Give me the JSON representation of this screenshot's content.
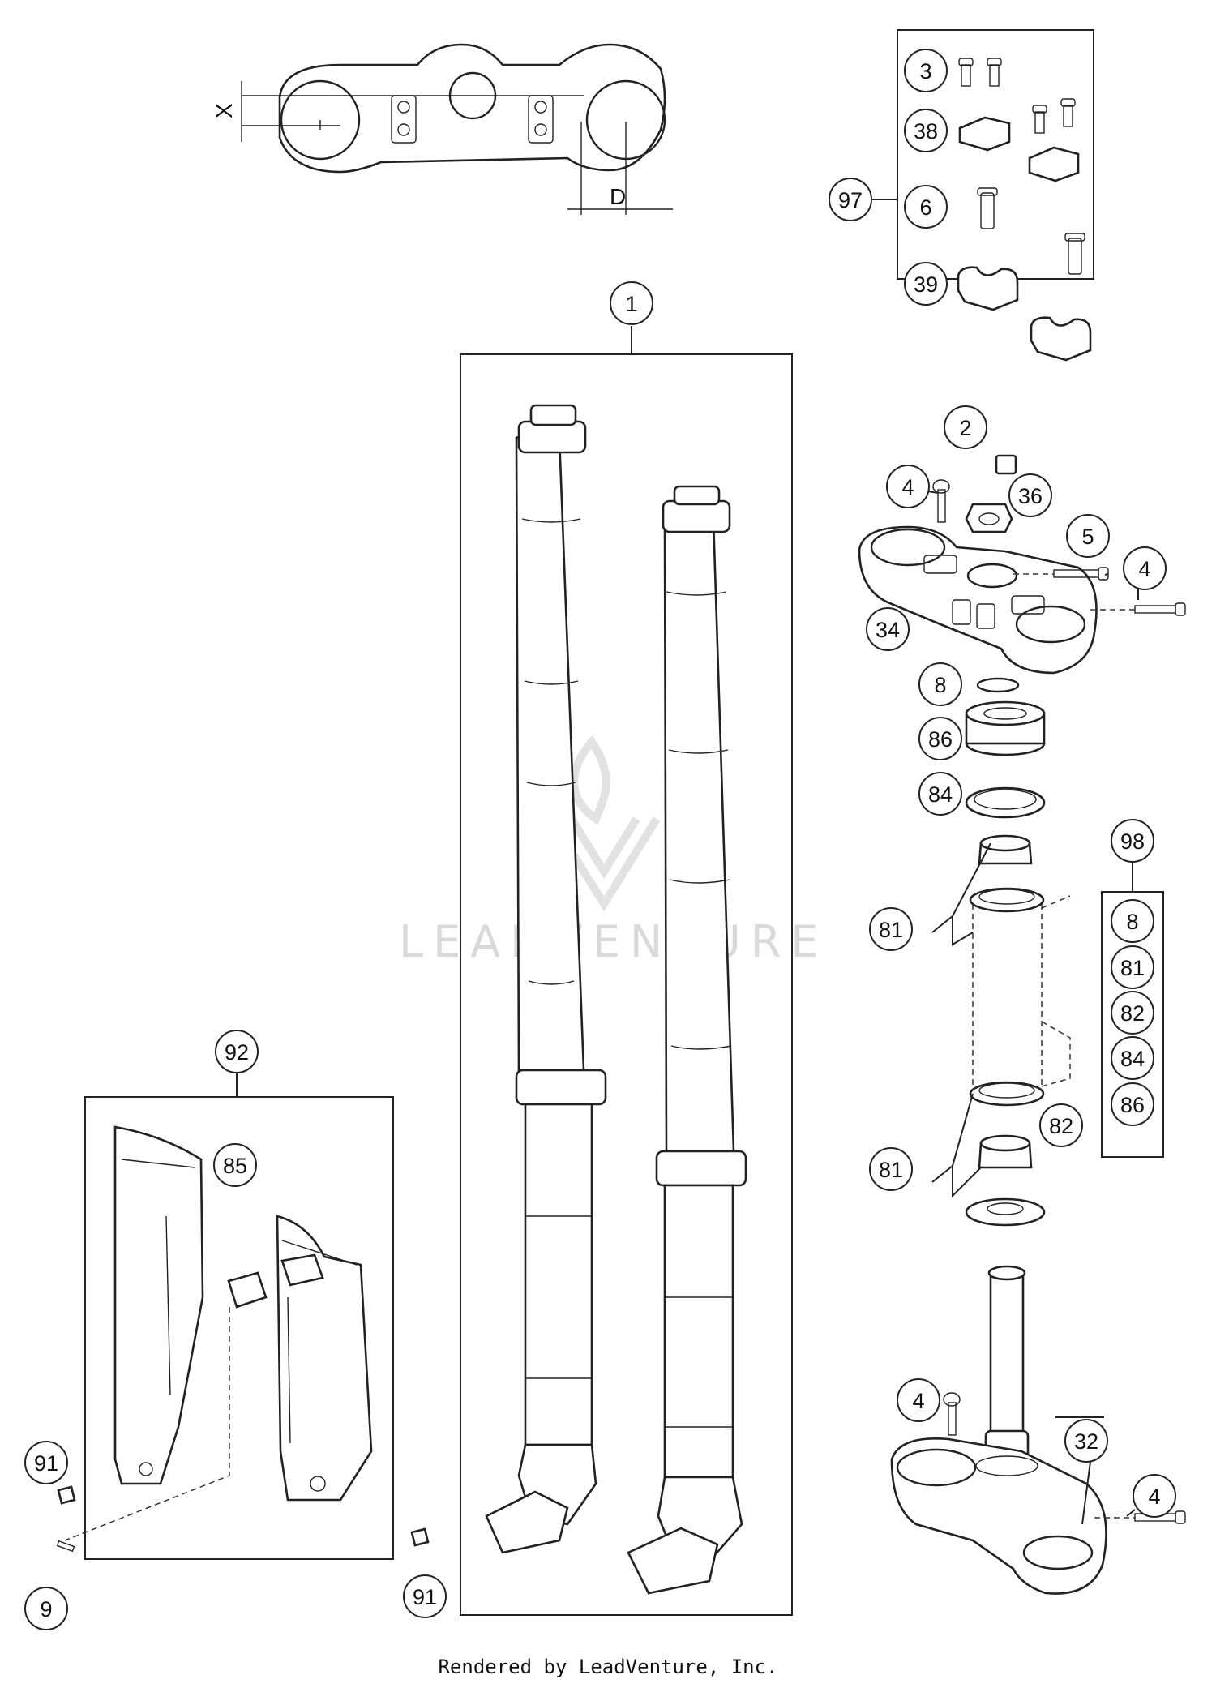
{
  "callouts": [
    {
      "label": "1"
    },
    {
      "label": "2"
    },
    {
      "label": "3"
    },
    {
      "label": "4"
    },
    {
      "label": "4"
    },
    {
      "label": "4"
    },
    {
      "label": "4"
    },
    {
      "label": "5"
    },
    {
      "label": "6"
    },
    {
      "label": "8"
    },
    {
      "label": "8"
    },
    {
      "label": "9"
    },
    {
      "label": "32"
    },
    {
      "label": "34"
    },
    {
      "label": "36"
    },
    {
      "label": "38"
    },
    {
      "label": "39"
    },
    {
      "label": "81"
    },
    {
      "label": "81"
    },
    {
      "label": "81"
    },
    {
      "label": "82"
    },
    {
      "label": "82"
    },
    {
      "label": "84"
    },
    {
      "label": "84"
    },
    {
      "label": "85"
    },
    {
      "label": "86"
    },
    {
      "label": "86"
    },
    {
      "label": "91"
    },
    {
      "label": "91"
    },
    {
      "label": "92"
    },
    {
      "label": "97"
    },
    {
      "label": "98"
    }
  ],
  "dimensions": {
    "x_label": "X",
    "d_label": "D"
  },
  "watermark": {
    "brand": "LEADVENTURE"
  },
  "footer": {
    "text": "Rendered by LeadVenture, Inc."
  }
}
